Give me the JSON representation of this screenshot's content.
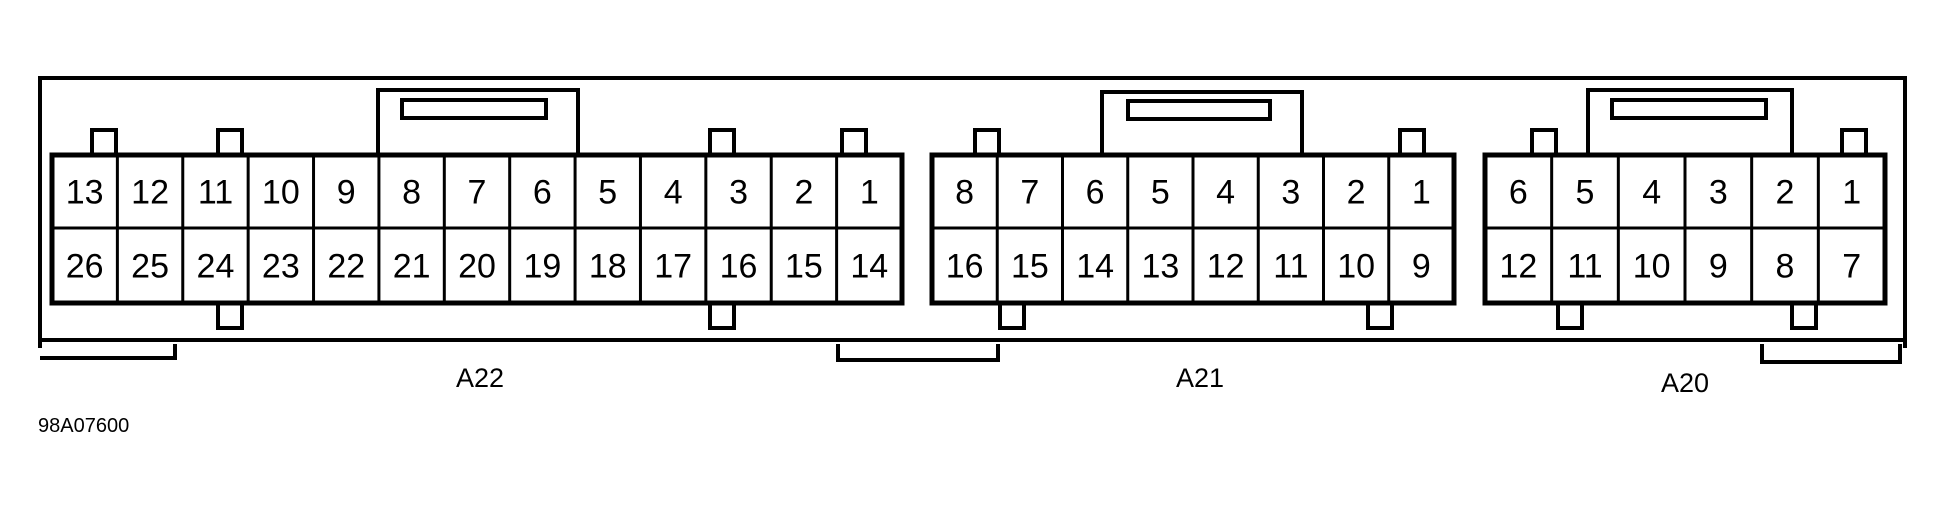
{
  "figure_code": "98A07600",
  "colors": {
    "ink": "#000000",
    "paper": "#ffffff"
  },
  "connectors": [
    {
      "name": "A22",
      "top_row": [
        "13",
        "12",
        "11",
        "10",
        "9",
        "8",
        "7",
        "6",
        "5",
        "4",
        "3",
        "2",
        "1"
      ],
      "bottom_row": [
        "26",
        "25",
        "24",
        "23",
        "22",
        "21",
        "20",
        "19",
        "18",
        "17",
        "16",
        "15",
        "14"
      ]
    },
    {
      "name": "A21",
      "top_row": [
        "8",
        "7",
        "6",
        "5",
        "4",
        "3",
        "2",
        "1"
      ],
      "bottom_row": [
        "16",
        "15",
        "14",
        "13",
        "12",
        "11",
        "10",
        "9"
      ]
    },
    {
      "name": "A20",
      "top_row": [
        "6",
        "5",
        "4",
        "3",
        "2",
        "1"
      ],
      "bottom_row": [
        "12",
        "11",
        "10",
        "9",
        "8",
        "7"
      ]
    }
  ]
}
